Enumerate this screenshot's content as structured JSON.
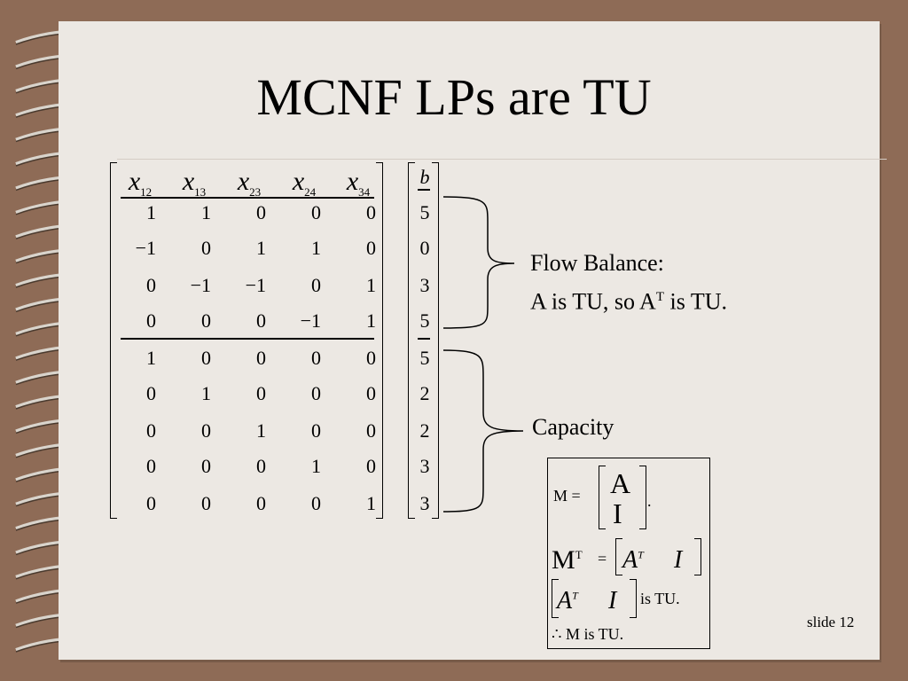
{
  "title": "MCNF LPs are TU",
  "matrix": {
    "headers": [
      {
        "var": "x",
        "sub": "12"
      },
      {
        "var": "x",
        "sub": "13"
      },
      {
        "var": "x",
        "sub": "23"
      },
      {
        "var": "x",
        "sub": "24"
      },
      {
        "var": "x",
        "sub": "34"
      }
    ],
    "rows": [
      [
        "1",
        "1",
        "0",
        "0",
        "0"
      ],
      [
        "−1",
        "0",
        "1",
        "1",
        "0"
      ],
      [
        "0",
        "−1",
        "−1",
        "0",
        "1"
      ],
      [
        "0",
        "0",
        "0",
        "−1",
        "1"
      ],
      [
        "1",
        "0",
        "0",
        "0",
        "0"
      ],
      [
        "0",
        "1",
        "0",
        "0",
        "0"
      ],
      [
        "0",
        "0",
        "1",
        "0",
        "0"
      ],
      [
        "0",
        "0",
        "0",
        "1",
        "0"
      ],
      [
        "0",
        "0",
        "0",
        "0",
        "1"
      ]
    ]
  },
  "rhs": {
    "header": "b",
    "values": [
      "5",
      "0",
      "3",
      "5",
      "5",
      "2",
      "2",
      "3",
      "3"
    ]
  },
  "annotations": {
    "flow_balance_title": "Flow Balance:",
    "flow_balance_text_pre": "A is TU, so A",
    "flow_balance_sup": "T",
    "flow_balance_text_post": " is TU.",
    "capacity": "Capacity"
  },
  "proof": {
    "m_label": "M =",
    "top": "A",
    "bottom": "I",
    "period": ".",
    "mt_label": "M",
    "mt_sup": "T",
    "equals": "=",
    "a": "A",
    "a_sup": "T",
    "i": "I",
    "is_tu": "is TU.",
    "conclusion": "∴ M is TU."
  },
  "slide_number": "slide 12"
}
